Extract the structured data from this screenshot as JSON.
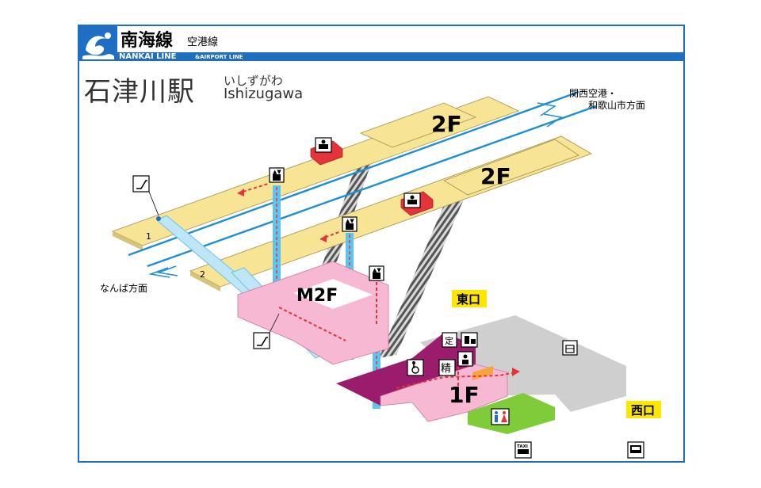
{
  "header": {
    "line_name": "南海線",
    "sub_line": "空港線",
    "line_en": "NANKAI LINE",
    "sub_line_en": "&AIRPORT LINE",
    "brand_color": "#1e6fc4"
  },
  "station": {
    "name_kanji": "石津川駅",
    "name_kana": "いしずがわ",
    "name_romaji": "Ishizugawa"
  },
  "directions": {
    "airport_line1": "関西空港・",
    "airport_line2": "和歌山市方面",
    "namba": "なんば方面"
  },
  "floors": {
    "f2_a": "2F",
    "f2_b": "2F",
    "m2f": "M2F",
    "f1": "1F"
  },
  "platforms": {
    "p1": "1",
    "p2": "2"
  },
  "exits": {
    "east": "東口",
    "west": "西口"
  },
  "facilities": {
    "fare_adjust": "精",
    "taxi": "TAXI",
    "teiki": "定"
  },
  "colors": {
    "platform": "#f7e595",
    "mezzanine": "#f7b8d3",
    "concourse_dark": "#9b1b6d",
    "toilet_area": "#7fcb3a",
    "ground_gray": "#cfcfcf",
    "elevator_shaft": "#5cc4ee",
    "route_arrow": "#e6333b",
    "exit_label_bg": "#ffe600"
  },
  "icons": [
    "escalator-icon",
    "elevator-icon",
    "waiting-room-icon",
    "wheelchair-icon",
    "toilet-icon",
    "ticket-gate-icon",
    "ticket-machine-icon",
    "locker-icon",
    "taxi-icon",
    "bus-icon"
  ]
}
